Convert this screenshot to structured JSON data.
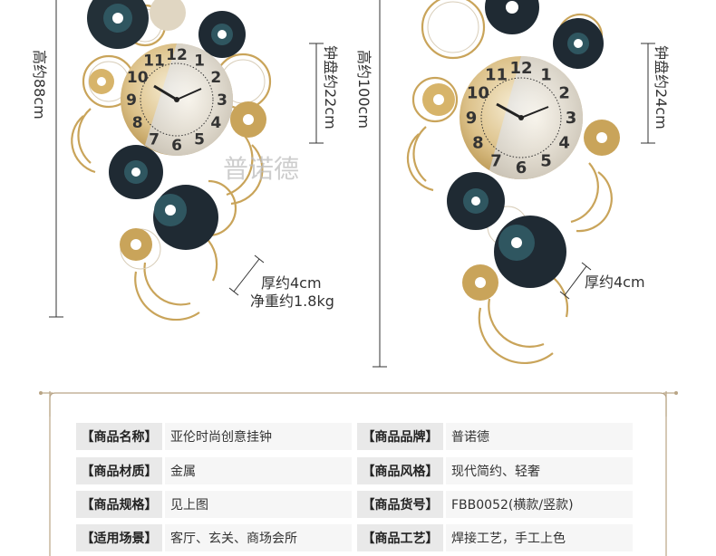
{
  "left_clock": {
    "height_label": "高约88cm",
    "dial_label": "钟盘约22cm",
    "thickness_label": "厚约4cm",
    "weight_label": "净重约1.8kg"
  },
  "right_clock": {
    "height_label": "高约100cm",
    "dial_label": "钟盘约24cm",
    "thickness_label": "厚约4cm"
  },
  "watermark": "普诺德",
  "clock_numerals": [
    "12",
    "1",
    "2",
    "3",
    "4",
    "5",
    "6",
    "7",
    "8",
    "9",
    "10",
    "11"
  ],
  "colors": {
    "gold": "#c9a45a",
    "navy": "#1f2a33",
    "teal": "#2f5660",
    "frame": "#c8b79a"
  },
  "specs": {
    "rows": [
      {
        "label": "【商品名称】",
        "value": "亚伦时尚创意挂钟"
      },
      {
        "label": "【商品材质】",
        "value": "金属"
      },
      {
        "label": "【商品规格】",
        "value": "见上图"
      },
      {
        "label": "【适用场景】",
        "value": "客厅、玄关、商场会所"
      }
    ],
    "rows_right": [
      {
        "label": "【商品品牌】",
        "value": "普诺德"
      },
      {
        "label": "【商品风格】",
        "value": "现代简约、轻奢"
      },
      {
        "label": "【商品货号】",
        "value": "FBB0052(横款/竖款)"
      },
      {
        "label": "【商品工艺】",
        "value": "焊接工艺，手工上色"
      }
    ]
  }
}
